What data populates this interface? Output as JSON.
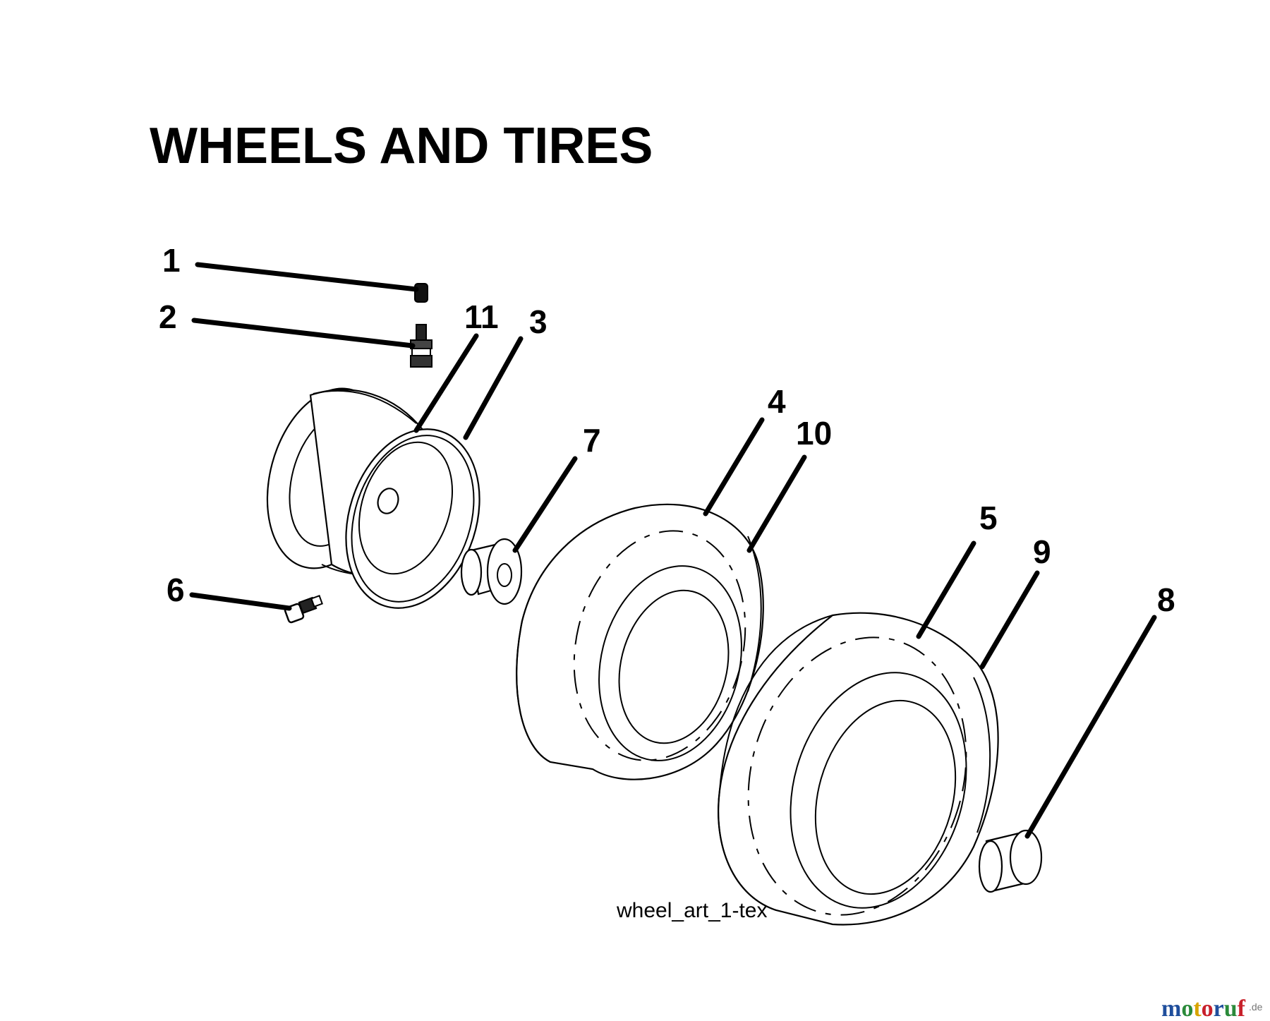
{
  "title": "WHEELS AND TIRES",
  "callouts": [
    {
      "id": "c1",
      "label": "1"
    },
    {
      "id": "c2",
      "label": "2"
    },
    {
      "id": "c3",
      "label": "3"
    },
    {
      "id": "c4",
      "label": "4"
    },
    {
      "id": "c5",
      "label": "5"
    },
    {
      "id": "c6",
      "label": "6"
    },
    {
      "id": "c7",
      "label": "7"
    },
    {
      "id": "c8",
      "label": "8"
    },
    {
      "id": "c9",
      "label": "9"
    },
    {
      "id": "c10",
      "label": "10"
    },
    {
      "id": "c11",
      "label": "11"
    }
  ],
  "art_reference": "wheel_art_1-tex",
  "watermark": {
    "brand": "motoruf",
    "suffix": ".de",
    "letter_colors": [
      "#1f4e9c",
      "#2a8a3a",
      "#d8a400",
      "#c8202a",
      "#1f4e9c",
      "#2a8a3a",
      "#c8202a"
    ]
  }
}
